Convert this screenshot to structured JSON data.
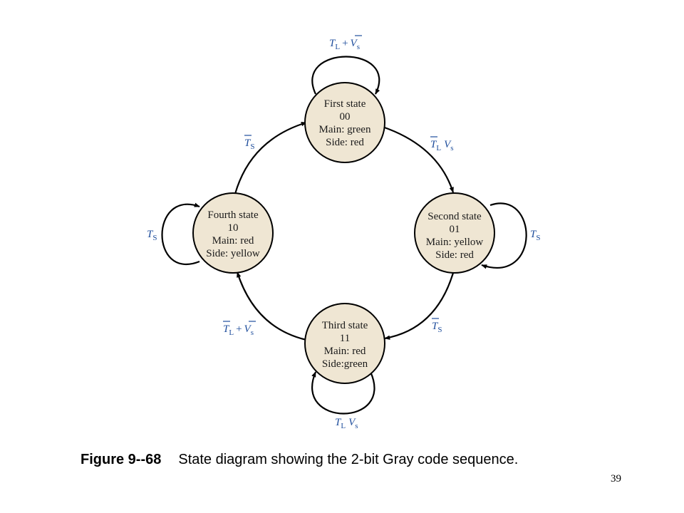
{
  "states": [
    {
      "id": "first",
      "lines": [
        "First state",
        "00",
        "Main: green",
        "Side: red"
      ]
    },
    {
      "id": "second",
      "lines": [
        "Second state",
        "01",
        "Main: yellow",
        "Side: red"
      ]
    },
    {
      "id": "third",
      "lines": [
        "Third state",
        "11",
        "Main: red",
        "Side:green"
      ]
    },
    {
      "id": "fourth",
      "lines": [
        "Fourth state",
        "10",
        "Main: red",
        "Side: yellow"
      ]
    }
  ],
  "transitions": {
    "first_self": {
      "T": "T",
      "Tsub": "L",
      "op": "+",
      "V": "V",
      "Vsub": "s"
    },
    "first_to_second": {
      "T": "T",
      "Tsub": "L",
      "V": "V",
      "Vsub": "s"
    },
    "second_self": {
      "T": "T",
      "Tsub": "S"
    },
    "second_to_third": {
      "T": "T",
      "Tsub": "S"
    },
    "third_self": {
      "T": "T",
      "Tsub": "L",
      "V": "V",
      "Vsub": "s"
    },
    "third_to_fourth": {
      "T": "T",
      "Tsub": "L",
      "op": "+",
      "V": "V",
      "Vsub": "s"
    },
    "fourth_self": {
      "T": "T",
      "Tsub": "S"
    },
    "fourth_to_first": {
      "T": "T",
      "Tsub": "S"
    }
  },
  "colors": {
    "state_fill": "#efe6d3",
    "state_stroke": "#000000",
    "label": "#1f4e9c"
  },
  "caption": {
    "figure": "Figure 9--68",
    "text": "State diagram showing the 2-bit Gray code sequence."
  },
  "page_number": "39"
}
